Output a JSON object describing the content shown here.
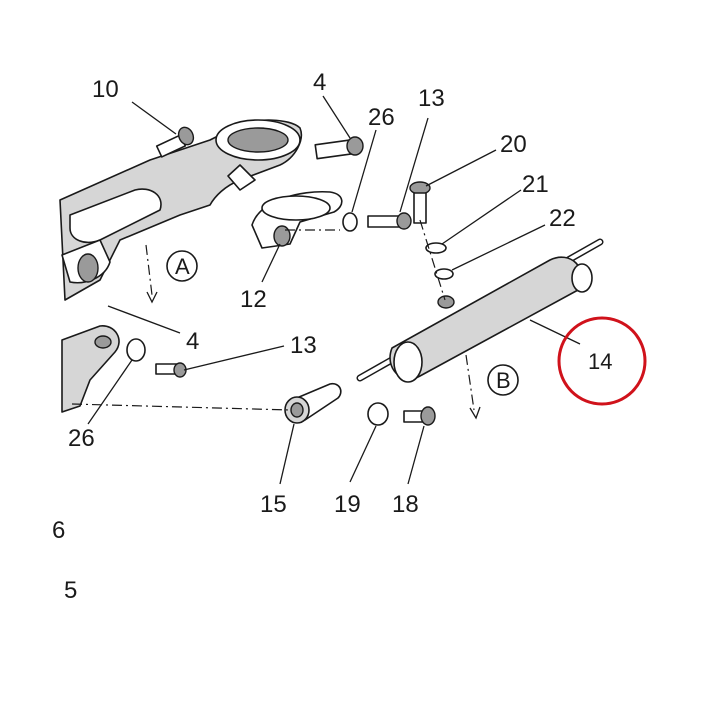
{
  "callouts": {
    "c10": "10",
    "c4_top": "4",
    "c26_top": "26",
    "c13_top": "13",
    "c20": "20",
    "c21": "21",
    "c22": "22",
    "c12": "12",
    "c4_mid": "4",
    "c13_mid": "13",
    "c26_bottom": "26",
    "c14": "14",
    "c15": "15",
    "c19": "19",
    "c18": "18",
    "cA": "A",
    "cB": "B",
    "edge_mark": "6",
    "edge_5": "5"
  },
  "highlight": {
    "callout": "14",
    "color": "#d0121b"
  }
}
